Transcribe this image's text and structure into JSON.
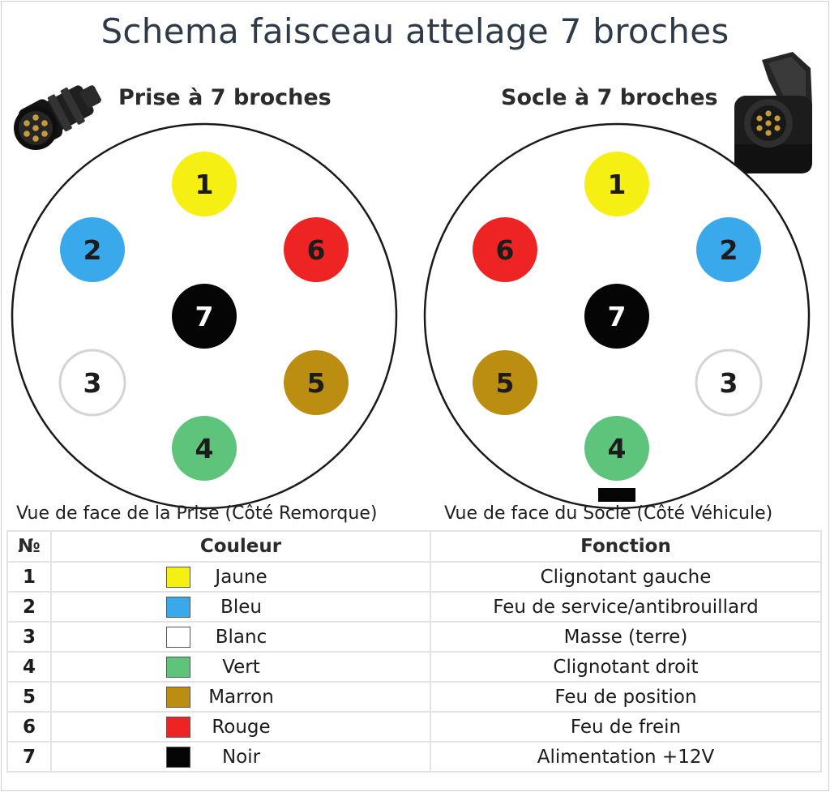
{
  "title": "Schema faisceau attelage 7 broches",
  "plug": {
    "subtitle": "Prise à 7 broches",
    "caption": "Vue de face de la Prise (Côté Remorque)",
    "pins": [
      {
        "num": "1",
        "fill": "#f6ef14",
        "text": "#1c1c1c"
      },
      {
        "num": "6",
        "fill": "#ee2424",
        "text": "#1c1c1c"
      },
      {
        "num": "5",
        "fill": "#bb8e12",
        "text": "#1c1c1c"
      },
      {
        "num": "4",
        "fill": "#5ec47c",
        "text": "#1c1c1c"
      },
      {
        "num": "3",
        "fill": "#ffffff",
        "text": "#1c1c1c"
      },
      {
        "num": "2",
        "fill": "#3aa9ec",
        "text": "#1c1c1c"
      },
      {
        "num": "7",
        "fill": "#050505",
        "text": "#ffffff"
      }
    ]
  },
  "socket": {
    "subtitle": "Socle à 7 broches",
    "caption": "Vue de face du Socle (Côté Véhicule)",
    "pins": [
      {
        "num": "1",
        "fill": "#f6ef14",
        "text": "#1c1c1c"
      },
      {
        "num": "2",
        "fill": "#3aa9ec",
        "text": "#1c1c1c"
      },
      {
        "num": "3",
        "fill": "#ffffff",
        "text": "#1c1c1c"
      },
      {
        "num": "4",
        "fill": "#5ec47c",
        "text": "#1c1c1c"
      },
      {
        "num": "5",
        "fill": "#bb8e12",
        "text": "#1c1c1c"
      },
      {
        "num": "6",
        "fill": "#ee2424",
        "text": "#1c1c1c"
      },
      {
        "num": "7",
        "fill": "#050505",
        "text": "#ffffff"
      }
    ]
  },
  "table": {
    "headers": {
      "num": "№",
      "color": "Couleur",
      "function": "Fonction"
    },
    "rows": [
      {
        "num": "1",
        "color": "Jaune",
        "swatch": "#f6ef14",
        "function": "Clignotant gauche"
      },
      {
        "num": "2",
        "color": "Bleu",
        "swatch": "#3aa9ec",
        "function": "Feu de service/antibrouillard"
      },
      {
        "num": "3",
        "color": "Blanc",
        "swatch": "#ffffff",
        "function": "Masse (terre)"
      },
      {
        "num": "4",
        "color": "Vert",
        "swatch": "#5ec47c",
        "function": "Clignotant droit"
      },
      {
        "num": "5",
        "color": "Marron",
        "swatch": "#bb8e12",
        "function": "Feu de position"
      },
      {
        "num": "6",
        "color": "Rouge",
        "swatch": "#ee2424",
        "function": "Feu de frein"
      },
      {
        "num": "7",
        "color": "Noir",
        "swatch": "#050505",
        "function": "Alimentation +12V"
      }
    ]
  },
  "icons": {
    "plug": "trailer-plug-icon",
    "socket": "vehicle-socket-icon"
  }
}
